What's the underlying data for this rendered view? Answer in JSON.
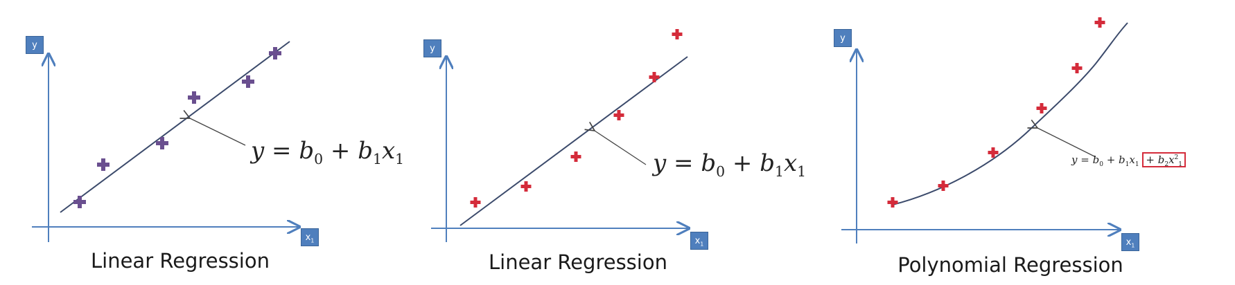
{
  "panels": [
    {
      "title": "Linear Regression",
      "y_label": "y",
      "x_label": "x",
      "x_sub": "1",
      "equation": {
        "y": "y",
        "b0": "b",
        "b0_sub": "0",
        "b1": "b",
        "b1_sub": "1",
        "x1": "x",
        "x1_sub": "1"
      },
      "marker_color": "#6a4f8f"
    },
    {
      "title": "Linear Regression",
      "y_label": "y",
      "x_label": "x",
      "x_sub": "1",
      "equation": {
        "y": "y",
        "b0": "b",
        "b0_sub": "0",
        "b1": "b",
        "b1_sub": "1",
        "x1": "x",
        "x1_sub": "1"
      },
      "marker_color": "#d42b3a"
    },
    {
      "title": "Polynomial Regression",
      "y_label": "y",
      "x_label": "x",
      "x_sub": "1",
      "equation": {
        "y": "y",
        "b0": "b",
        "b0_sub": "0",
        "b1": "b",
        "b1_sub": "1",
        "x1": "x",
        "x1_sub": "1",
        "b2": "b",
        "b2_sub": "2",
        "x1b": "x",
        "x1b_sub": "1",
        "x1b_sup": "2"
      },
      "marker_color": "#d42b3a",
      "highlight_color": "#d42b3a"
    }
  ],
  "colors": {
    "axis": "#4f7fbd",
    "line": "#3b4a6b",
    "pointer": "#444444"
  }
}
